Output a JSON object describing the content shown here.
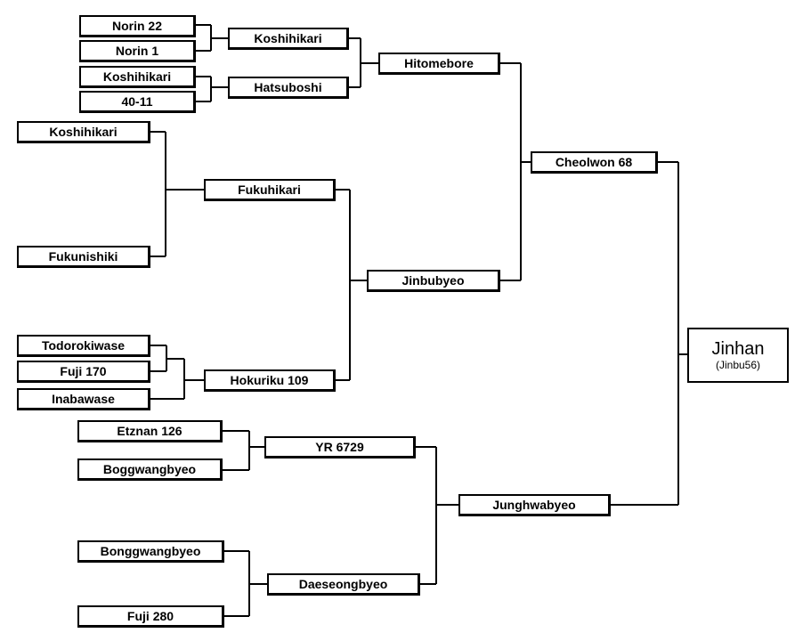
{
  "pedigree": {
    "final": {
      "name": "Jinhan",
      "sub": "(Jinbu56)"
    },
    "nodes": {
      "norin22": "Norin  22",
      "norin1": "Norin  1",
      "koshihikari_a": "Koshihikari",
      "line_40_11": "40-11",
      "koshihikari_b": "Koshihikari",
      "hatsuboshi": "Hatsuboshi",
      "hitomebore": "Hitomebore",
      "koshihikari_c": "Koshihikari",
      "fukunishiki": "Fukunishiki",
      "fukuhikari": "Fukuhikari",
      "todorokiwase": "Todorokiwase",
      "fuji170": "Fuji 170",
      "inabawase": "Inabawase",
      "hokuriku109": "Hokuriku  109",
      "jinbubyeo": "Jinbubyeo",
      "cheolwon68": "Cheolwon  68",
      "etznan126": "Etznan  126",
      "boggwangbyeo": "Boggwangbyeo",
      "yr6729": "YR 6729",
      "bonggwangbyeo": "Bonggwangbyeo",
      "fuji280": "Fuji 280",
      "daeseongbyeo": "Daeseongbyeo",
      "junghwabyeo": "Junghwabyeo"
    }
  }
}
